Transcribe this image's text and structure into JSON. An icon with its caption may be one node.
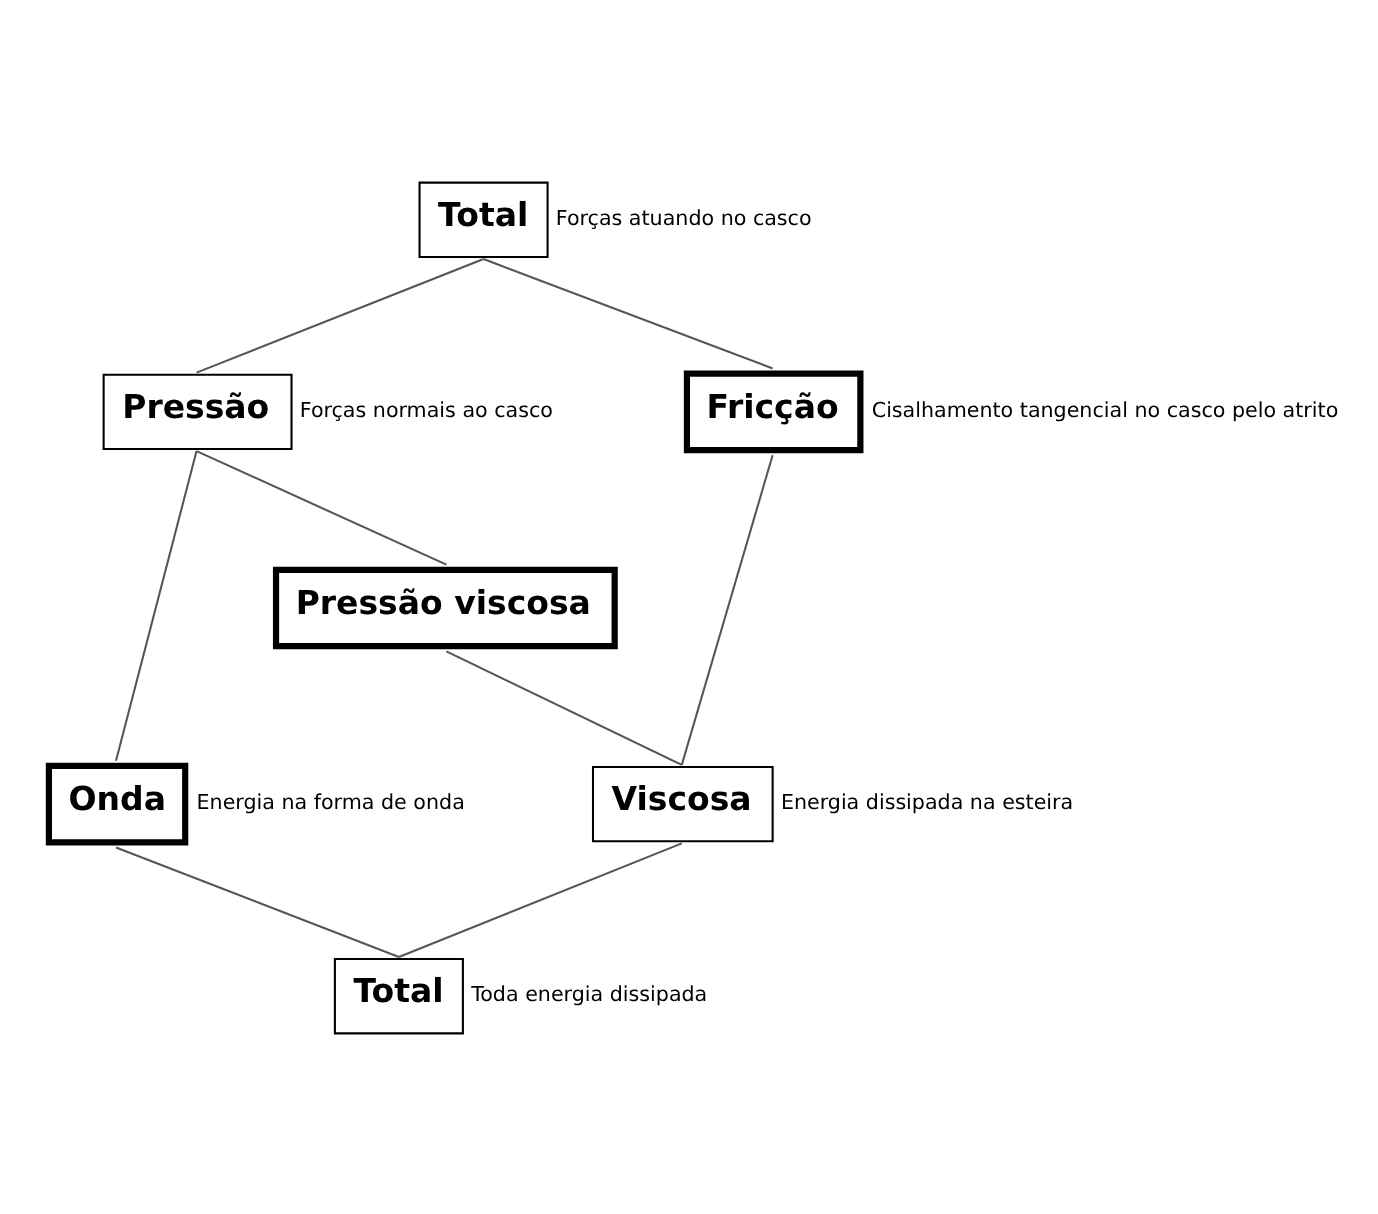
{
  "diagram": {
    "nodes": [
      {
        "text": [
          "Total"
        ],
        "beside": [
          "Forças atuando no casco"
        ]
      },
      {
        "text": [
          "Pressão"
        ],
        "beside": [
          "Forças normais ao casco"
        ]
      },
      {
        "text": [
          "Fricção"
        ],
        "beside": [
          "Cisalhamento tangencial no casco pelo atrito"
        ]
      },
      {
        "text": [
          "Pressão viscosa"
        ]
      },
      {
        "text": [
          "Onda"
        ],
        "beside": [
          "Energia na forma de onda"
        ]
      },
      {
        "text": [
          "Viscosa"
        ],
        "beside": [
          "Energia dissipada na esteira"
        ]
      },
      {
        "text": [
          "Total"
        ],
        "beside": [
          "Toda energia dissipada"
        ]
      }
    ],
    "edges": [
      {
        "from": 0,
        "to": 1,
        "arrow": "none"
      },
      {
        "from": 0,
        "to": 2,
        "arrow": "none"
      },
      {
        "from": 1,
        "to": 4,
        "arrow": "none"
      },
      {
        "from": 1,
        "to": 3,
        "arrow": "none"
      },
      {
        "from": 3,
        "to": 5,
        "arrow": "none"
      },
      {
        "from": 2,
        "to": 5,
        "arrow": "none"
      },
      {
        "from": 4,
        "to": 6,
        "arrow": "none"
      },
      {
        "from": 5,
        "to": 6,
        "arrow": "none"
      }
    ]
  }
}
